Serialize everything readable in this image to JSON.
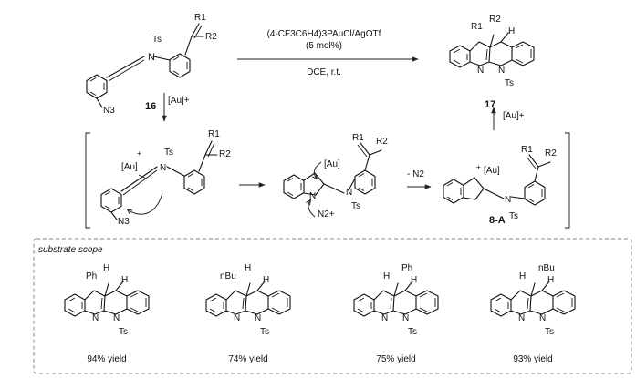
{
  "reaction": {
    "catalyst": "(4-CF3C6H4)3PAuCl/AgOTf",
    "loading": "(5 mol%)",
    "conditions": "DCE, r.t.",
    "starting_material_label": "16",
    "product_label": "17",
    "intermediate_label": "8-A",
    "au_cation": "[Au]+",
    "n2_loss": "- N2"
  },
  "atoms": {
    "ts": "Ts",
    "n": "N",
    "n3": "N3",
    "n2plus": "N2+",
    "au": "[Au]",
    "au_plus": "[Au]+",
    "r1": "R1",
    "r2": "R2",
    "h": "H",
    "ph": "Ph",
    "nbu": "nBu"
  },
  "substrate_scope": {
    "title": "substrate scope",
    "items": [
      {
        "substituent": "Ph",
        "yield": "94% yield"
      },
      {
        "substituent": "nBu",
        "yield": "74% yield"
      },
      {
        "substituent": "Ph",
        "yield": "75% yield"
      },
      {
        "substituent": "nBu",
        "yield": "93% yield"
      }
    ]
  }
}
